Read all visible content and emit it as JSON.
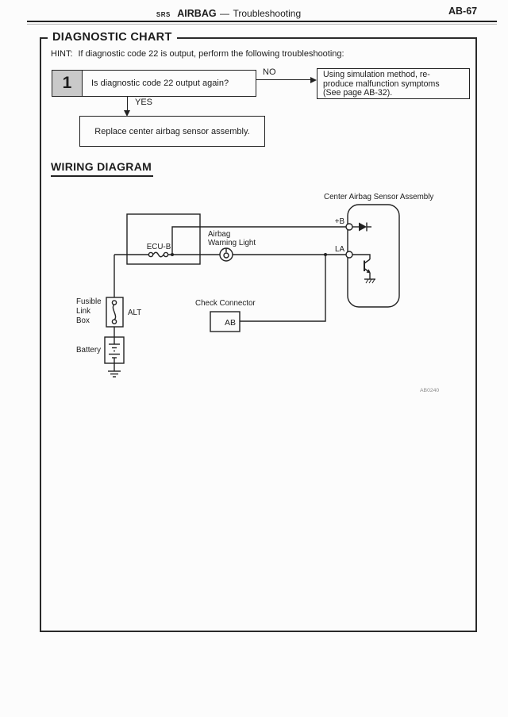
{
  "header": {
    "section_label": "SRS",
    "title": "AIRBAG",
    "separator": "—",
    "subtitle": "Troubleshooting",
    "page_number": "AB-67"
  },
  "chart": {
    "box_title": "DIAGNOSTIC CHART",
    "hint_label": "HINT:",
    "hint_text": "If diagnostic code 22 is output, perform the following troubleshooting:",
    "step_number": "1",
    "step_question": "Is diagnostic code 22 output again?",
    "no_label": "NO",
    "yes_label": "YES",
    "no_result": [
      "Using simulation method, re-",
      "produce malfunction symptoms",
      "(See page AB-32)."
    ],
    "yes_result": "Replace center airbag sensor assembly."
  },
  "wiring": {
    "section_title": "WIRING DIAGRAM",
    "labels": {
      "assembly": "Center Airbag Sensor Assembly",
      "terminal_b": "+B",
      "terminal_la": "LA",
      "fuse": "ECU-B",
      "lamp_line1": "Airbag",
      "lamp_line2": "Warning Light",
      "fusible_line1": "Fusible",
      "fusible_line2": "Link",
      "fusible_line3": "Box",
      "alt": "ALT",
      "battery": "Battery",
      "check_connector": "Check Connector",
      "connector_id": "AB",
      "figure_code": "AB0240"
    }
  },
  "colors": {
    "ink": "#1c1c1c",
    "step_number_bg": "#c9c9c9",
    "paper": "#fcfcfc"
  }
}
